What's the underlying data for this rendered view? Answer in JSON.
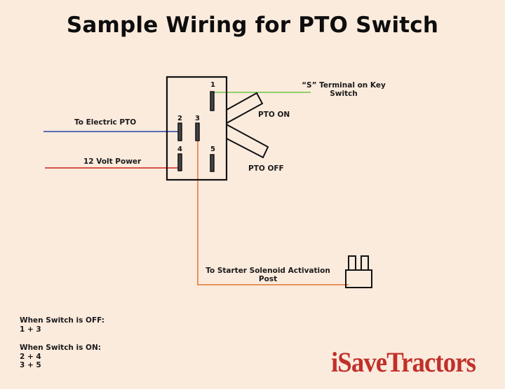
{
  "title": "Sample Wiring for PTO Switch",
  "terminals": [
    {
      "id": "1",
      "label": "1"
    },
    {
      "id": "2",
      "label": "2"
    },
    {
      "id": "3",
      "label": "3"
    },
    {
      "id": "4",
      "label": "4"
    },
    {
      "id": "5",
      "label": "5"
    }
  ],
  "wires": {
    "electric_pto": {
      "label": "To Electric PTO",
      "color": "#5a6bb5",
      "terminal": "2"
    },
    "power": {
      "label": "12 Volt Power",
      "color": "#d9534a",
      "terminal": "4"
    },
    "key_switch": {
      "label_line1": "“S” Terminal on Key",
      "label_line2": "Switch",
      "color": "#8fcf6a",
      "terminal": "1"
    },
    "starter": {
      "label_line1": "To Starter Solenoid Activation",
      "label_line2": "Post",
      "color": "#e8935a",
      "terminal": "3"
    }
  },
  "lever": {
    "on_label": "PTO ON",
    "off_label": "PTO OFF"
  },
  "notes": {
    "off_heading": "When Switch is OFF:",
    "off_items": [
      "1 + 3"
    ],
    "on_heading": "When Switch is ON:",
    "on_items": [
      "2 + 4",
      "3 + 5"
    ]
  },
  "brand": "iSaveTractors"
}
